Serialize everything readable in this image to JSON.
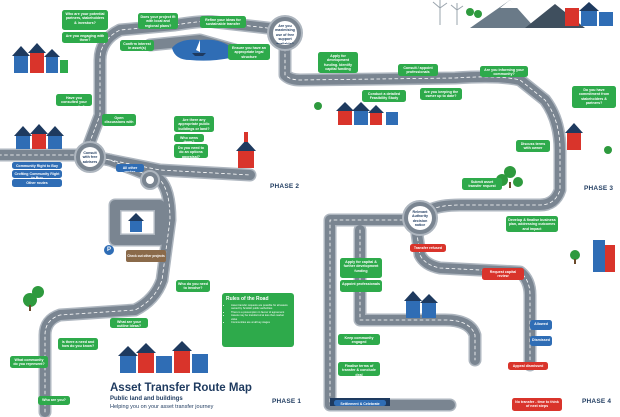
{
  "title": "Asset Transfer Route Map",
  "subtitle": "Public land and buildings",
  "tagline": "Helping you on your asset transfer journey",
  "phases": {
    "phase1": "PHASE 1",
    "phase2": "PHASE 2",
    "phase3": "PHASE 3",
    "phase4": "PHASE 4"
  },
  "roundabouts": {
    "consult": "Consult with free advisers",
    "maximise": "Are you maximising use of free support available?",
    "relevant": "Relevant Authority decision notice"
  },
  "bubbles": {
    "b1": "Who are your potential partners, stakeholders & investors?",
    "b2": "Are you engaging with them?",
    "b3": "Does your project fit with local and regional plans?",
    "b4": "Refine your ideas for sustainable transfer",
    "b5": "Confirm interest in asset(s)",
    "b6": "Ensure you have an appropriate legal structure",
    "b7": "Apply for development funding. Identify capital funding",
    "b8": "Consult / appoint professionals",
    "b9": "Are you informing your community?",
    "b10": "Have you consulted your community?",
    "b11": "Open discussions with owner",
    "b12": "Are there any appropriate public buildings or land?",
    "b13": "Who owns them?",
    "b14": "Do you need to do an options appraisal?",
    "b15": "Conduct a detailed Feasibility Study",
    "b16": "Are you keeping the owner up to date?",
    "b17": "Do you have commitment from stakeholders & partners?",
    "b18": "Discuss terms with owner",
    "b19": "Community Right to Buy",
    "b20": "Crofting Community Right to Buy",
    "b21": "Other routes",
    "b22": "All other routes",
    "b23": "Submit asset transfer request",
    "b24": "Develop & finalise business plan, addressing outcomes and impact",
    "b25": "Transfer refused",
    "b26": "Request capital review",
    "b27": "Who do you need to involve?",
    "b28": "What are your outline ideas?",
    "b29": "Is there a need and how do you know?",
    "b30": "What community do you represent?",
    "b31": "Who are you?",
    "b32": "Apply for capital & further development funding",
    "b33": "Appoint professionals",
    "b34": "Keep community engaged",
    "b35": "Finalise terms of transfer & conclude deal",
    "b36": "Appeal dismissed",
    "b37": "Allowed",
    "b38": "Dismissed",
    "b39": "No transfer - time to think of next steps",
    "b40": "Settlement & Celebrate"
  },
  "signs": {
    "check_out": "Check out other projects"
  },
  "rules": {
    "title": "Rules of the Road",
    "items": [
      "Asset transfer requests are possible for all assets owned by Scottish public authorities",
      "There is a presumption in favour of agreement",
      "Assets may be transferred at less than market value",
      "Communities are at all key stages"
    ]
  },
  "colors": {
    "road": "#7a8591",
    "road_edge": "#aeb6bf",
    "bubble_green": "#2eaa4b",
    "bubble_blue": "#2f6db5",
    "bubble_red": "#d9342b",
    "title_navy": "#1e3a5f",
    "tree": "#2e9a3e"
  }
}
